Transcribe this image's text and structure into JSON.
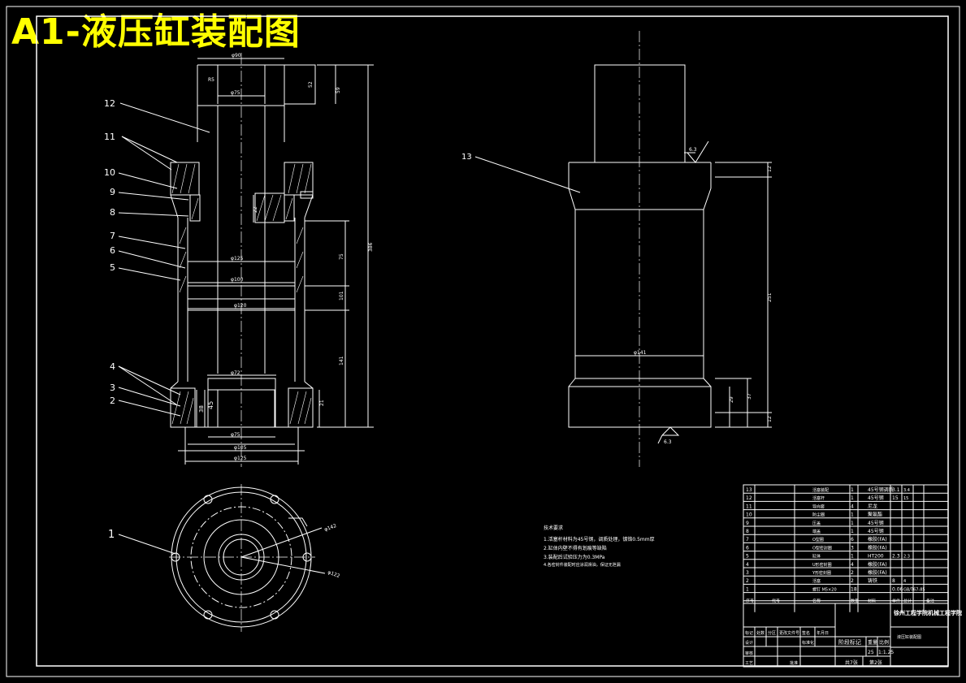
{
  "title": "A1-液压缸装配图",
  "part_callouts": [
    "1",
    "2",
    "3",
    "4",
    "5",
    "6",
    "7",
    "8",
    "9",
    "10",
    "11",
    "12",
    "13"
  ],
  "dimensions": {
    "phi90": "φ90",
    "r5_top": "R5",
    "d52": "52",
    "d59": "59",
    "phi75_top": "φ75",
    "d22": "22",
    "d386": "386",
    "phi125": "φ125",
    "phi100": "φ100",
    "phi120": "φ120",
    "d75": "75",
    "d101": "101",
    "d141": "141",
    "phi72": "φ72",
    "phi75_bot": "φ75",
    "d38": "38",
    "d45": "45",
    "d21": "21",
    "phi105": "φ105",
    "phi125_bot": "φ125",
    "phi141": "φ141",
    "d251": "251",
    "d29": "29",
    "d37": "37",
    "d12_top": "12",
    "d12_bot": "12",
    "rough_top": "6.3",
    "rough_bot": "6.3",
    "phi142": "φ142",
    "phi122": "φ122"
  },
  "tech_notes": [
    "技术要求",
    "1.活塞杆材料为45号钢，调质处理，镀铬0.5mm厚",
    "2.缸体内壁不得有划痕等缺陷",
    "3.装配后试验压力为0.3MPa",
    "4.各密封件装配时应涂润滑油，保证无泄漏"
  ],
  "bom_rows": [
    {
      "no": "13",
      "name": "活塞装配",
      "qty": "1",
      "mat": "45号钢调质",
      "w1": "3.1",
      "w2": "3.4"
    },
    {
      "no": "12",
      "name": "活塞杆",
      "qty": "1",
      "mat": "45号钢",
      "w1": "15",
      "w2": "15"
    },
    {
      "no": "11",
      "name": "导向套",
      "qty": "4",
      "mat": "尼龙",
      "w1": "",
      "w2": ""
    },
    {
      "no": "10",
      "name": "防尘圈",
      "qty": "1",
      "mat": "聚氨酯",
      "w1": "",
      "w2": ""
    },
    {
      "no": "9",
      "name": "压盖",
      "qty": "1",
      "mat": "45号钢",
      "w1": "",
      "w2": ""
    },
    {
      "no": "8",
      "name": "端盖",
      "qty": "1",
      "mat": "45号钢",
      "w1": "",
      "w2": ""
    },
    {
      "no": "7",
      "name": "O型圈",
      "qty": "6",
      "mat": "橡胶(FA)",
      "w1": "",
      "w2": ""
    },
    {
      "no": "6",
      "name": "O型密封圈",
      "qty": "3",
      "mat": "橡胶(FA)",
      "w1": "",
      "w2": ""
    },
    {
      "no": "5",
      "name": "缸体",
      "qty": "1",
      "mat": "HT200",
      "w1": "2.3",
      "w2": "2.3"
    },
    {
      "no": "4",
      "name": "U形密封圈",
      "qty": "4",
      "mat": "橡胶(FA)",
      "w1": "",
      "w2": ""
    },
    {
      "no": "3",
      "name": "Y形密封圈",
      "qty": "2",
      "mat": "橡胶(FA)",
      "w1": "",
      "w2": ""
    },
    {
      "no": "2",
      "name": "活塞",
      "qty": "2",
      "mat": "铸铁",
      "w1": "8",
      "w2": "4"
    },
    {
      "no": "1",
      "name": "螺钉 M5×20",
      "qty": "18",
      "mat": "",
      "w1": "0.06",
      "w2": "GB/T67-85"
    }
  ],
  "bom_header": [
    "序号",
    "代号",
    "名称",
    "数量",
    "材料",
    "单件",
    "总计",
    "备注"
  ],
  "title_block": {
    "school": "徐州工程学院机械工程学院",
    "drawing_name": "液压缸装配图",
    "stage_label": "阶段标记",
    "weight_label": "重量",
    "scale_label": "比例",
    "weight": "25",
    "scale": "1:1.25",
    "sheets": "共7张",
    "sheet_no": "第2张",
    "rows_left": [
      "标记",
      "处数",
      "分区",
      "更改文件号",
      "签名",
      "年月日"
    ],
    "designer": "设计",
    "standard": "标准化",
    "checker": "审核",
    "process": "工艺",
    "approve": "批准"
  }
}
